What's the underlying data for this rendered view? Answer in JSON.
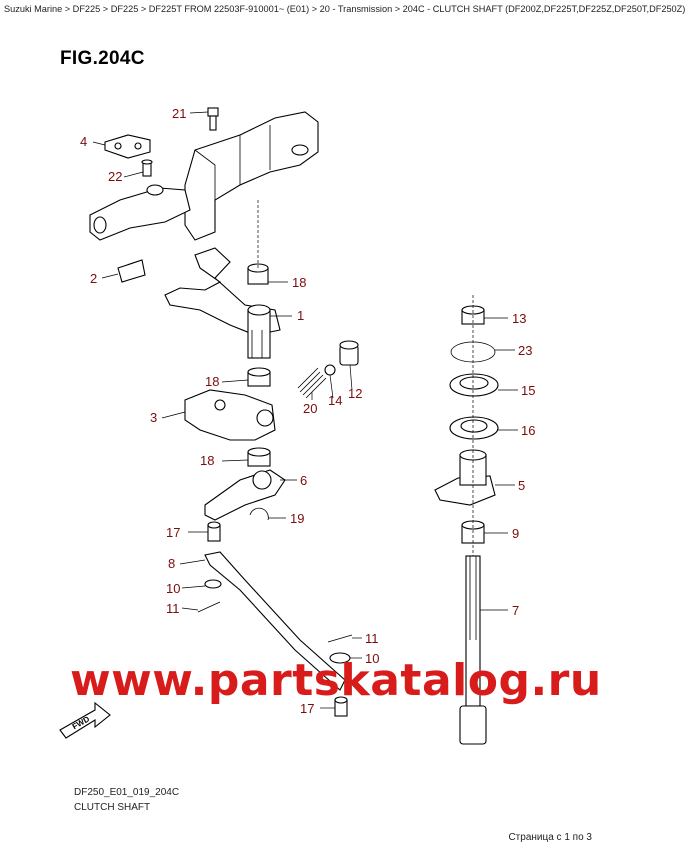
{
  "breadcrumb": "Suzuki Marine > DF225 > DF225 > DF225T FROM 22503F-910001~ (E01) > 20 - Transmission > 204C - CLUTCH SHAFT (DF200Z,DF225T,DF225Z,DF250T,DF250Z)",
  "figure_title": "FIG.204C",
  "drawing_code": "DF250_E01_019_204C",
  "drawing_name": "CLUTCH SHAFT",
  "watermark": "www.partskatalog.ru",
  "fwd_label": "FWD",
  "page_info": "Страница с 1 по 3",
  "callouts": {
    "c21": "21",
    "c4": "4",
    "c22": "22",
    "c2": "2",
    "c18a": "18",
    "c1": "1",
    "c3": "3",
    "c18b": "18",
    "c18c": "18",
    "c20": "20",
    "c14": "14",
    "c12": "12",
    "c6": "6",
    "c19": "19",
    "c17a": "17",
    "c8": "8",
    "c10a": "10",
    "c11a": "11",
    "c11b": "11",
    "c10b": "10",
    "c17b": "17",
    "c13": "13",
    "c23": "23",
    "c15": "15",
    "c16": "16",
    "c5": "5",
    "c9": "9",
    "c7": "7"
  }
}
